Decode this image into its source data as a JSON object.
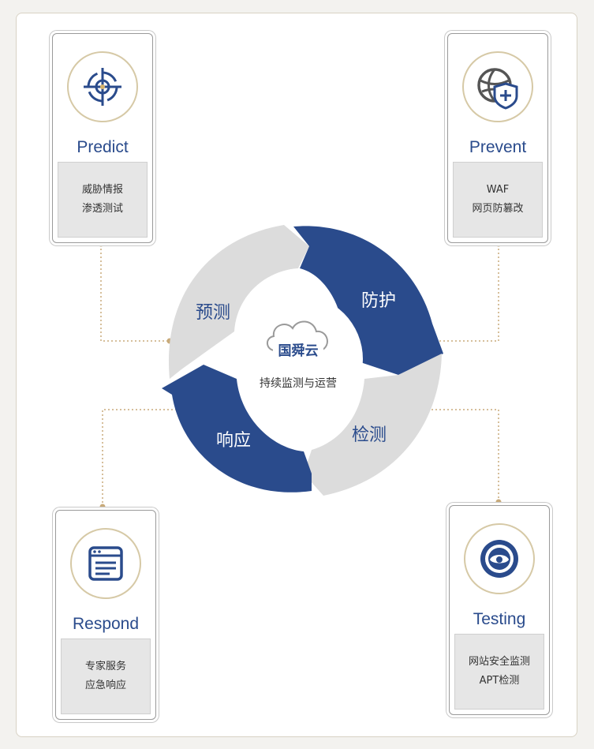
{
  "center": {
    "brand": "国舜云",
    "subtitle": "持续监测与运营"
  },
  "cycle": {
    "predict_label": "预测",
    "protect_label": "防护",
    "detect_label": "检测",
    "respond_label": "响应"
  },
  "cards": {
    "predict": {
      "title": "Predict",
      "lines": [
        "威胁情报",
        "渗透测试"
      ]
    },
    "prevent": {
      "title": "Prevent",
      "lines": [
        "WAF",
        "网页防篡改"
      ]
    },
    "respond": {
      "title": "Respond",
      "lines": [
        "专家服务",
        "应急响应"
      ]
    },
    "testing": {
      "title": "Testing",
      "lines": [
        "网站安全监测",
        "APT检测"
      ]
    }
  },
  "colors": {
    "blue": "#2a4b8c",
    "gray_segment": "#dcdcdc",
    "connector": "#c8aa7a"
  },
  "icons": {
    "predict": "crosshair-icon",
    "prevent": "globe-shield-icon",
    "respond": "browser-window-icon",
    "testing": "target-eye-icon"
  }
}
